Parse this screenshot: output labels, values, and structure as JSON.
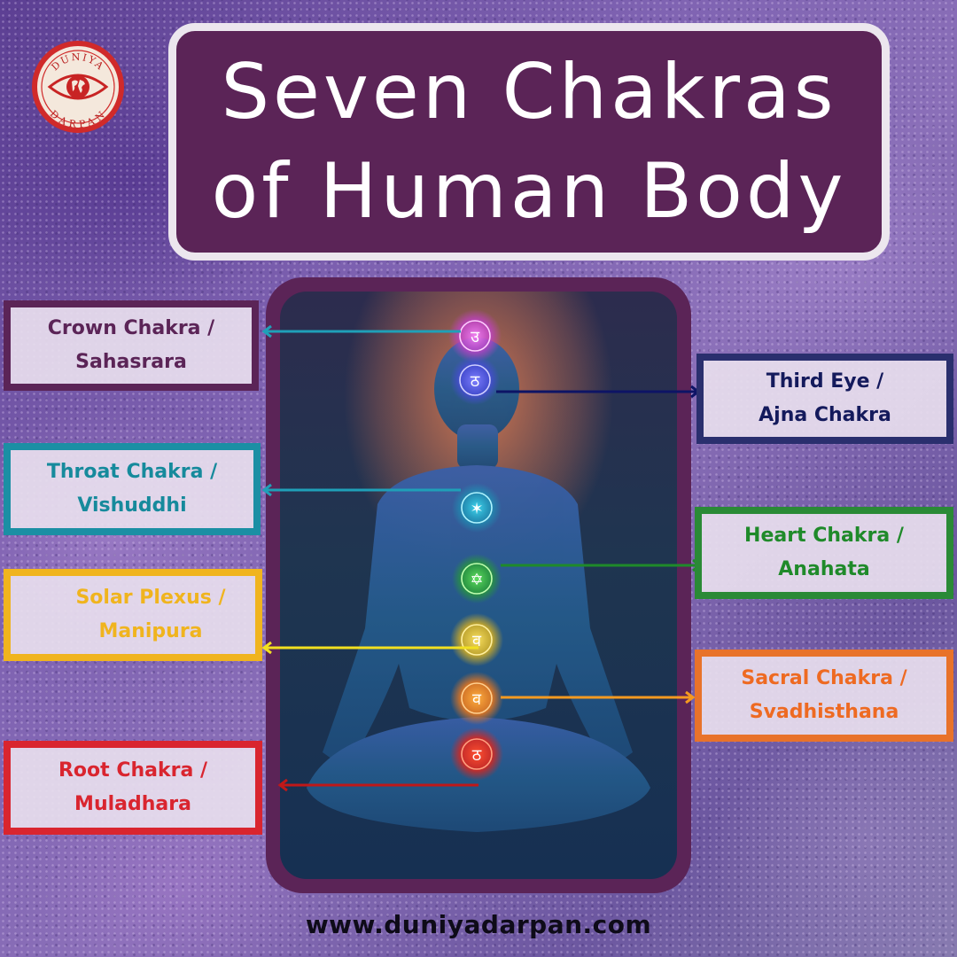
{
  "brand": {
    "logo_top_text": "DUNIYA",
    "logo_bottom_text": "DARPAN",
    "logo_icon": "eye-globe-icon",
    "colors": {
      "logo_red": "#d02a2a",
      "logo_cream": "#f4e8dc"
    }
  },
  "title": {
    "line1": "Seven Chakras",
    "line2": "of Human Body",
    "colors": {
      "box": "#5b2457",
      "border": "#ece6ee",
      "text": "#ffffff"
    }
  },
  "illustration": {
    "subject": "meditating-figure",
    "frame_color": "#5b2457"
  },
  "chakras": [
    {
      "id": "crown",
      "line1": "Crown Chakra /",
      "line2": "Sahasrara",
      "side": "left",
      "color": "#5b2457",
      "arrow_color": "#1fa0b8",
      "glow": "#e060e0",
      "symbol": "उ"
    },
    {
      "id": "third-eye",
      "line1": "Third Eye /",
      "line2": "Ajna Chakra",
      "side": "right",
      "color": "#1b1f63",
      "arrow_color": "#0d1466",
      "glow": "#6a6af0",
      "symbol": "ठ"
    },
    {
      "id": "throat",
      "line1": "Throat Chakra /",
      "line2": "Vishuddhi",
      "side": "left",
      "color": "#1b8fa4",
      "arrow_color": "#1fa0b8",
      "glow": "#30d0e8",
      "symbol": "✶"
    },
    {
      "id": "heart",
      "line1": "Heart Chakra /",
      "line2": "Anahata",
      "side": "right",
      "color": "#1f8a2a",
      "arrow_color": "#1f8a2a",
      "glow": "#40d040",
      "symbol": "✡"
    },
    {
      "id": "solar-plexus",
      "line1": "Solar Plexus /",
      "line2": "Manipura",
      "side": "left",
      "color": "#f0b41e",
      "arrow_color": "#f2e020",
      "glow": "#f0d030",
      "symbol": "व"
    },
    {
      "id": "sacral",
      "line1": "Sacral Chakra /",
      "line2": "Svadhisthana",
      "side": "right",
      "color": "#ee6a22",
      "arrow_color": "#f59a20",
      "glow": "#f08a20",
      "symbol": "व"
    },
    {
      "id": "root",
      "line1": "Root Chakra /",
      "line2": "Muladhara",
      "side": "left",
      "color": "#d9252f",
      "arrow_color": "#c01818",
      "glow": "#f03020",
      "symbol": "ठ"
    }
  ],
  "footer": {
    "url": "www.duniyadarpan.com"
  }
}
